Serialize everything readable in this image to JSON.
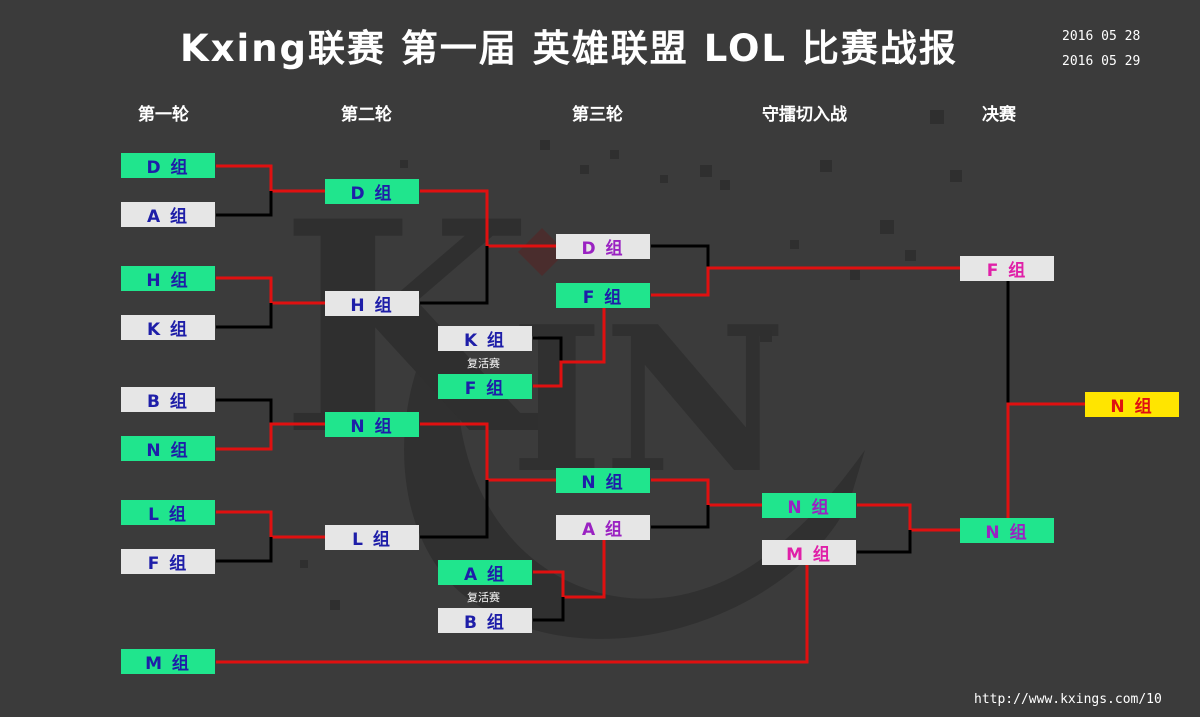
{
  "title": "Kxing联赛 第一届 英雄联盟 LOL 比赛战报",
  "dates": [
    "2016 05 28",
    "2016 05 29"
  ],
  "rounds": [
    "第一轮",
    "第二轮",
    "第三轮",
    "守擂切入战",
    "决赛"
  ],
  "round1": [
    "D 组",
    "A 组",
    "H 组",
    "K 组",
    "B 组",
    "N 组",
    "L 组",
    "F 组",
    "M 组"
  ],
  "round2": [
    "D 组",
    "H 组",
    "N 组",
    "L 组"
  ],
  "revival": [
    "K 组",
    "F 组",
    "A 组",
    "B 组"
  ],
  "revival_label": "复活赛",
  "round3": [
    "D 组",
    "F 组",
    "N 组",
    "A 组"
  ],
  "semifinal": [
    "N 组",
    "M 组"
  ],
  "final": [
    "F 组",
    "N 组"
  ],
  "champion": "N 组",
  "url": "http://www.kxings.com/10",
  "colors": {
    "background": "#3b3b3b",
    "winner_box": "#20e58d",
    "loser_box": "#e6e6e6",
    "champion_box": "#ffe500",
    "winner_line": "#e01010",
    "loser_line": "#000000"
  },
  "watermark": "KIN logo"
}
